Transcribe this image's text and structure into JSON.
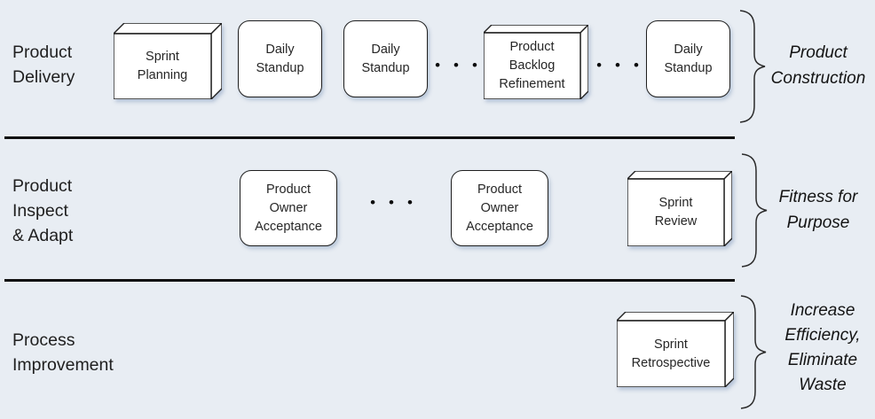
{
  "diagram": {
    "ellipsis": "•••",
    "colors": {
      "background": "#e8edf3",
      "node_fill": "#ffffff",
      "node_stroke": "#1f1f1f",
      "text": "#262626",
      "separator": "#0f0f0f"
    },
    "rows": [
      {
        "label": "Product\nDelivery",
        "goal": "Product\nConstruction",
        "nodes": [
          {
            "id": "sprint-planning",
            "shape": "cube",
            "label": "Sprint\nPlanning"
          },
          {
            "id": "daily-standup-1",
            "shape": "rounded",
            "label": "Daily\nStandup"
          },
          {
            "id": "daily-standup-2",
            "shape": "rounded",
            "label": "Daily\nStandup"
          },
          {
            "id": "product-backlog-refinement",
            "shape": "cube",
            "label": "Product\nBacklog\nRefinement"
          },
          {
            "id": "daily-standup-3",
            "shape": "rounded",
            "label": "Daily\nStandup"
          }
        ]
      },
      {
        "label": "Product\nInspect\n& Adapt",
        "goal": "Fitness for\nPurpose",
        "nodes": [
          {
            "id": "product-owner-acceptance-1",
            "shape": "rounded",
            "label": "Product\nOwner\nAcceptance"
          },
          {
            "id": "product-owner-acceptance-2",
            "shape": "rounded",
            "label": "Product\nOwner\nAcceptance"
          },
          {
            "id": "sprint-review",
            "shape": "cube",
            "label": "Sprint\nReview"
          }
        ]
      },
      {
        "label": "Process\nImprovement",
        "goal": "Increase\nEfficiency,\nEliminate\nWaste",
        "nodes": [
          {
            "id": "sprint-retrospective",
            "shape": "cube",
            "label": "Sprint\nRetrospective"
          }
        ]
      }
    ]
  }
}
